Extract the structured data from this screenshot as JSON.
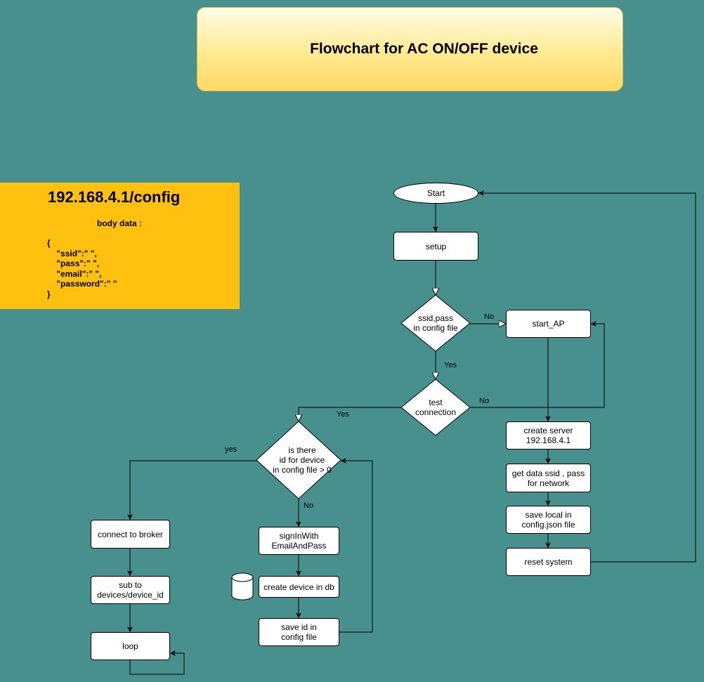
{
  "title": "Flowchart for AC ON/OFF device",
  "config": {
    "url": "192.168.4.1/config",
    "body_label": "body data :",
    "json_text": "{\n    \"ssid\":\" \",\n    \"pass\":\" \",\n    \"email\":\" \",\n    \"password\":\" \"\n}"
  },
  "nodes": {
    "start": "Start",
    "setup": "setup",
    "ssid_check": "ssid,pass\nin config file",
    "start_ap": "start_AP",
    "test_conn": "test\nconnection",
    "create_server": "create server\n192.168.4.1",
    "get_data": "get data ssid , pass\nfor network",
    "save_local": "save local in\nconfig.json file",
    "reset": "reset system",
    "id_check": "is there\nid for device\nin config file > 0",
    "connect_broker": "connect to broker",
    "sub_to": "sub to\ndevices/device_id",
    "loop": "loop",
    "sign_in": "signInWith\nEmailAndPass",
    "create_device": "create device in db",
    "save_id": "save id in\nconfig file"
  },
  "edges": {
    "no1": "No",
    "yes1": "Yes",
    "no2": "No",
    "yes2": "Yes",
    "yes3": "yes",
    "no3": "No"
  }
}
